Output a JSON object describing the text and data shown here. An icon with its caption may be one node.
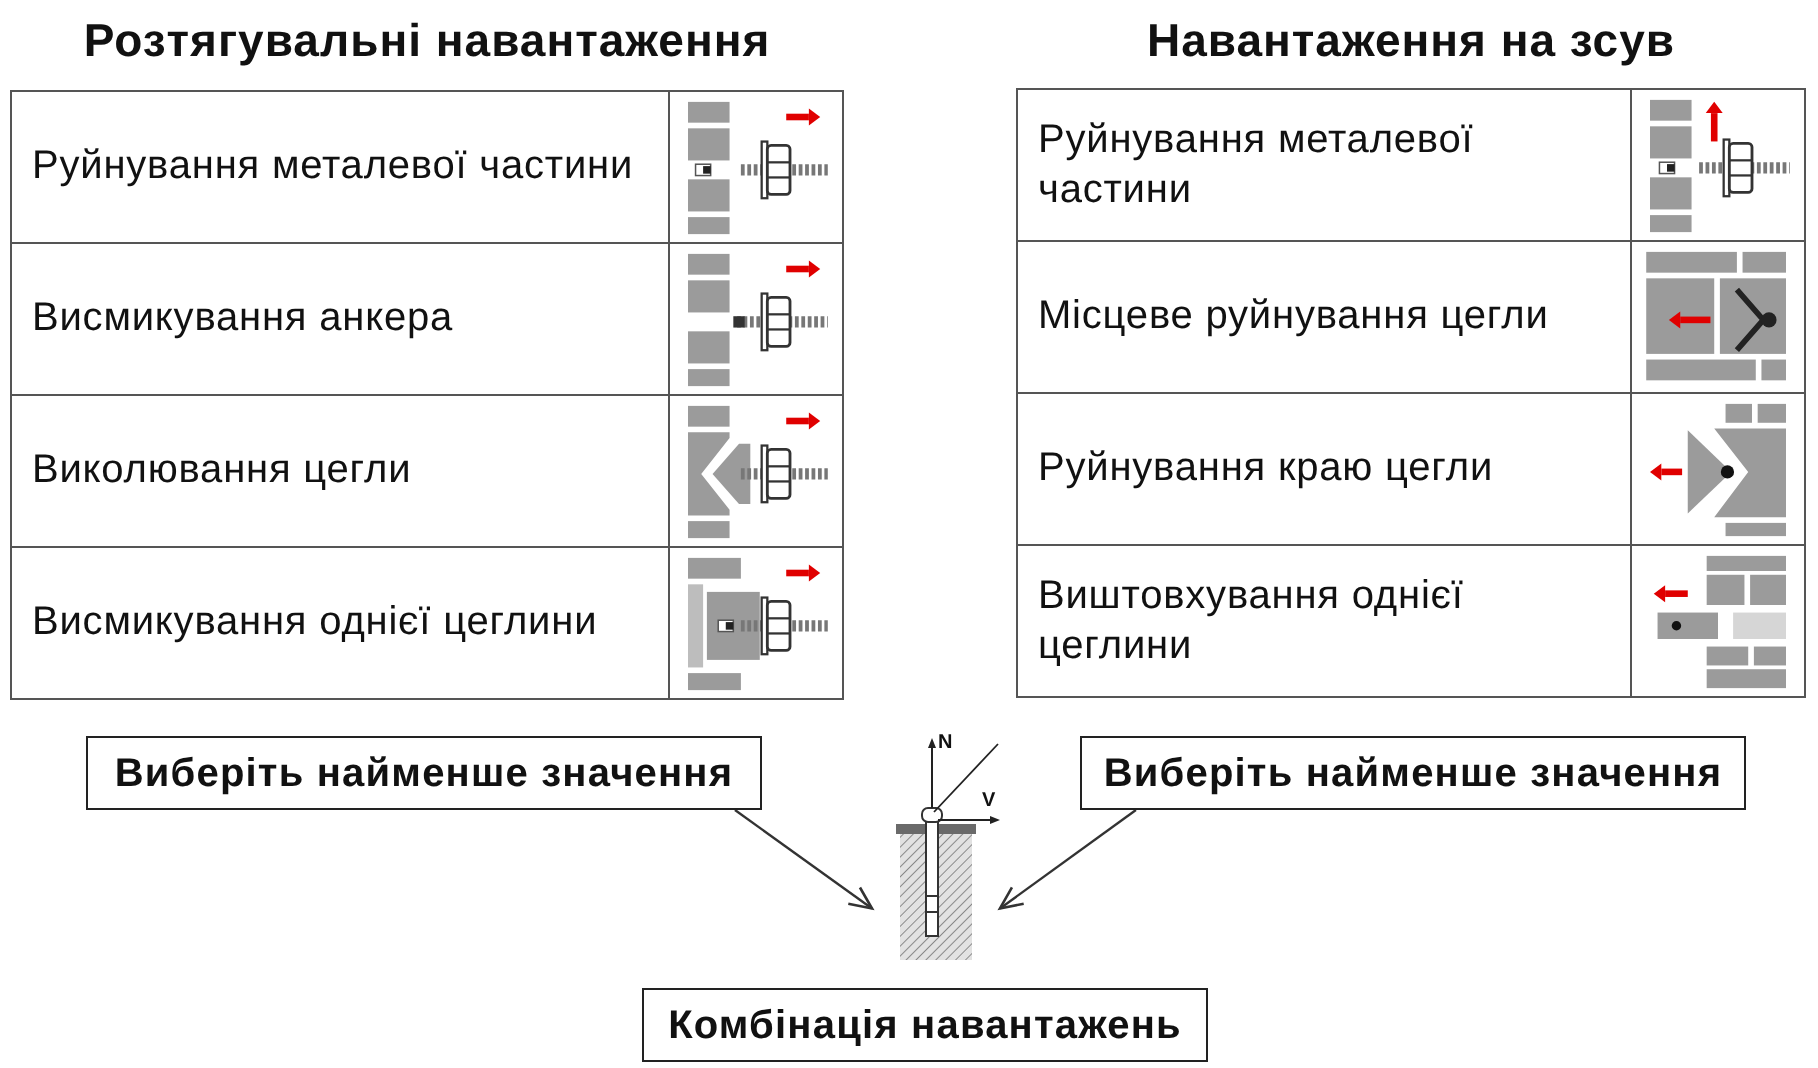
{
  "diagram": {
    "nodes": [
      {
        "text": [
          "Розтягувальні навантаження"
        ]
      },
      {
        "text": [
          "Руйнування металевої частини"
        ],
        "in": 0
      },
      {
        "text": [
          "Висмикування анкера"
        ],
        "in": 0
      },
      {
        "text": [
          "Виколювання цегли"
        ],
        "in": 0
      },
      {
        "text": [
          "Висмикування однієї цеглини"
        ],
        "in": 0
      },
      {
        "text": [
          "Навантаження на зсув"
        ]
      },
      {
        "text": [
          "Руйнування металевої частини"
        ],
        "in": 5
      },
      {
        "text": [
          "Місцеве руйнування цегли"
        ],
        "in": 5
      },
      {
        "text": [
          "Руйнування краю цегли"
        ],
        "in": 5
      },
      {
        "text": [
          "Виштовхування однієї цеглини"
        ],
        "in": 5
      },
      {
        "text": [
          "Виберіть найменше значення"
        ]
      },
      {
        "text": [],
        "shape": "picture"
      },
      {
        "text": [
          "Виберіть найменше значення"
        ]
      },
      {
        "text": [
          "Комбінація навантажень"
        ]
      }
    ],
    "edges": [
      {
        "from": 10,
        "to": 11,
        "arrow": "to"
      },
      {
        "from": 12,
        "to": 11,
        "arrow": "to"
      }
    ],
    "labels": [
      "N",
      "V"
    ]
  }
}
